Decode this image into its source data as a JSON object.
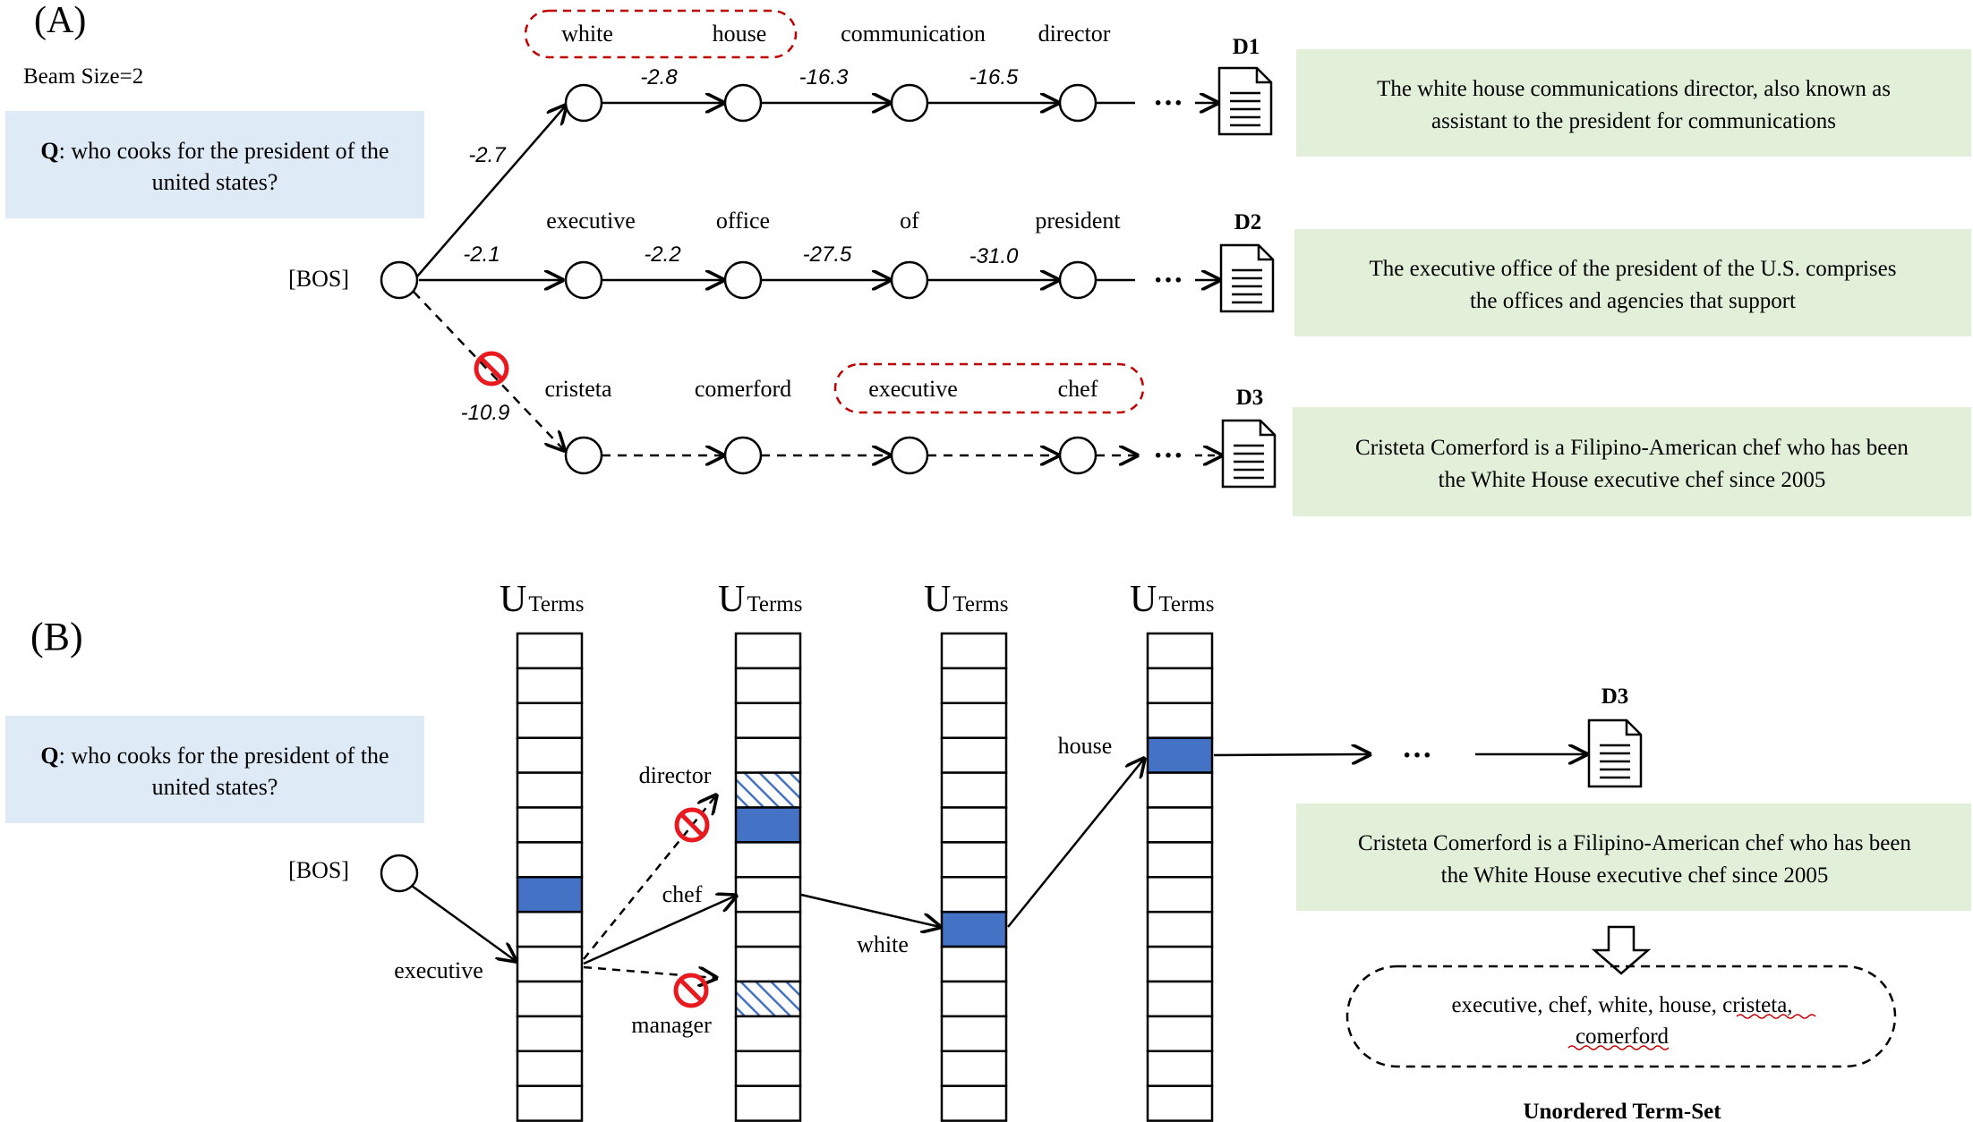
{
  "panel_a": {
    "label": "(A)",
    "beam_size": "Beam Size=2",
    "query_prefix": "Q",
    "query_text": ": who cooks for the president of the united states?",
    "bos": "[BOS]",
    "paths": [
      {
        "terms": [
          "white",
          "house",
          "communication",
          "director"
        ],
        "scores": [
          "-2.7",
          "-2.8",
          "-16.3",
          "-16.5"
        ],
        "doc_label": "D1",
        "doc_text": [
          "The white house communications director, also known as",
          "assistant to the president for communications"
        ],
        "pruned": false
      },
      {
        "terms": [
          "executive",
          "office",
          "of",
          "president"
        ],
        "scores": [
          "-2.1",
          "-2.2",
          "-27.5",
          "-31.0"
        ],
        "doc_label": "D2",
        "doc_text": [
          "The executive office of the president of the U.S. comprises",
          "the offices and agencies that support"
        ],
        "pruned": false
      },
      {
        "terms": [
          "cristeta",
          "comerford",
          "executive",
          "chef"
        ],
        "scores": [
          "-10.9"
        ],
        "doc_label": "D3",
        "doc_text": [
          "Cristeta Comerford is a Filipino-American chef who has been",
          "the White House executive chef since 2005"
        ],
        "pruned": true
      }
    ],
    "ellipsis": "···"
  },
  "panel_b": {
    "label": "(B)",
    "query_prefix": "Q",
    "query_text": ": who cooks for the president of the united states?",
    "bos": "[BOS]",
    "column_header_symbol": "U",
    "column_header_text": "Terms",
    "step_terms": [
      "executive",
      "chef",
      "white",
      "house"
    ],
    "pruned_terms": [
      "director",
      "manager"
    ],
    "ellipsis": "···",
    "doc_label": "D3",
    "doc_text": [
      "Cristeta Comerford is a Filipino-American chef who has been",
      "the White House executive chef since 2005"
    ],
    "term_set_line1": "executive, chef, white, house, cristeta,",
    "term_set_line2": "comerford",
    "term_set_caption": "Unordered Term-Set"
  },
  "colors": {
    "query_bg": "#deeaf6",
    "doc_bg": "#e2efd9",
    "selected_cell": "#4472c4",
    "pruned_hatch": "#4472c4",
    "dashed_highlight": "#c00000",
    "prohibit": "#e8191f"
  }
}
